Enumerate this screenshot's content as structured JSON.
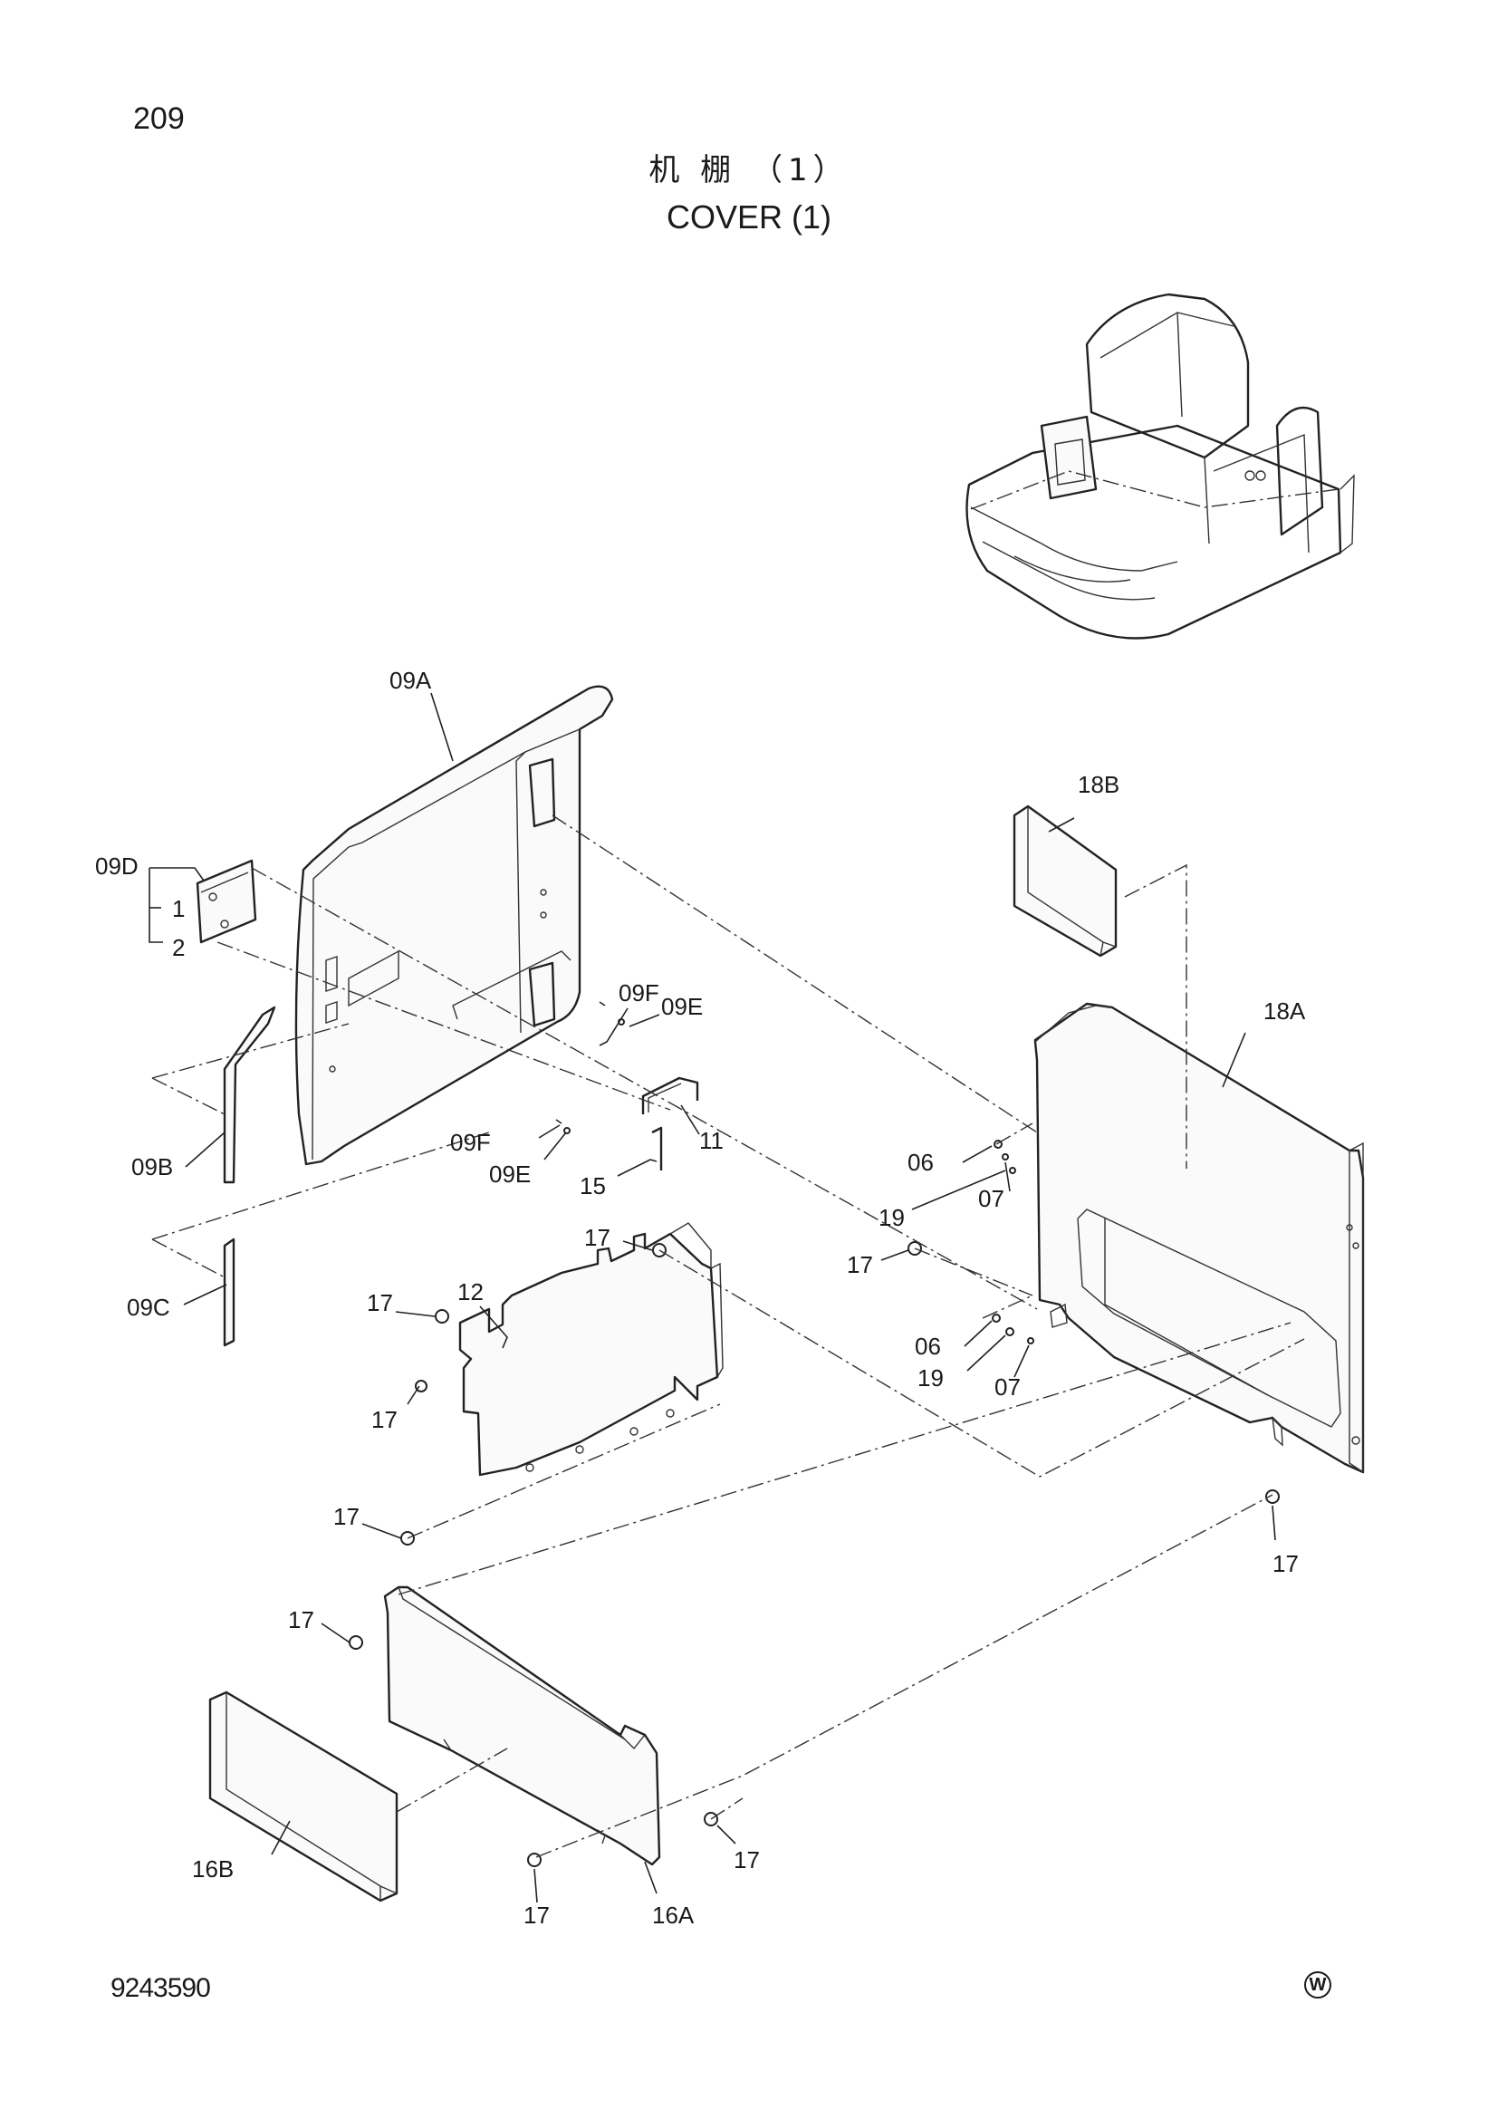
{
  "page_number": "209",
  "title": {
    "chinese": "机 棚 （1）",
    "english": "COVER (1)"
  },
  "drawing_number": "9243590",
  "copyright_mark": "W",
  "callouts": {
    "c09A": "09A",
    "c09D": "09D",
    "c1": "1",
    "c2": "2",
    "c09B": "09B",
    "c09C": "09C",
    "c09F_a": "09F",
    "c09E_a": "09E",
    "c09F_b": "09F",
    "c09E_b": "09E",
    "c11": "11",
    "c15": "15",
    "c12": "12",
    "c17_a": "17",
    "c17_b": "17",
    "c17_c": "17",
    "c17_d": "17",
    "c17_e": "17",
    "c17_f": "17",
    "c17_g": "17",
    "c17_h": "17",
    "c17_i": "17",
    "c18B": "18B",
    "c18A": "18A",
    "c06_a": "06",
    "c07_a": "07",
    "c19_a": "19",
    "c06_b": "06",
    "c19_b": "19",
    "c07_b": "07",
    "c16A": "16A",
    "c16B": "16B"
  }
}
